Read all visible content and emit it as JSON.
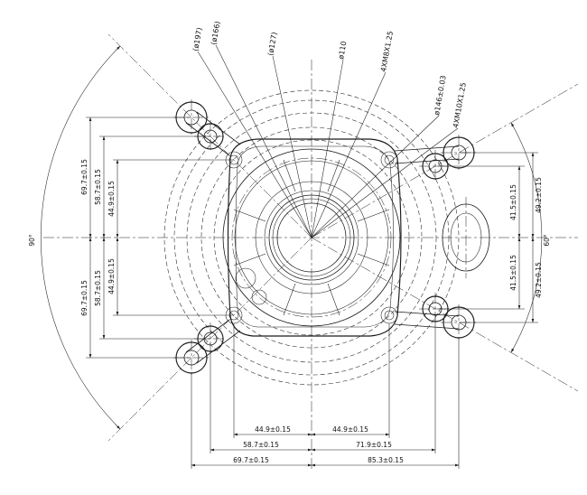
{
  "drawing": {
    "title": "crankcase-cover-dimension-drawing",
    "callouts": [
      "(ø197)",
      "(ø166)",
      "(ø127)",
      "ø110",
      "4XM8X1.25",
      "ø146±0.03",
      "4XM10X1.25"
    ],
    "left_dims": [
      "69.7±0.15",
      "58.7±0.15",
      "44.9±0.15",
      "44.9±0.15",
      "58.7±0.15",
      "69.7±0.15"
    ],
    "right_dims": [
      "49.2±0.15",
      "41.5±0.15",
      "41.5±0.15",
      "49.2±0.15"
    ],
    "bottom_dims": [
      "44.9±0.15",
      "44.9±0.15",
      "58.7±0.15",
      "71.9±0.15",
      "69.7±0.15",
      "85.3±0.15"
    ],
    "angle_dims": [
      "90°",
      "60°"
    ]
  }
}
